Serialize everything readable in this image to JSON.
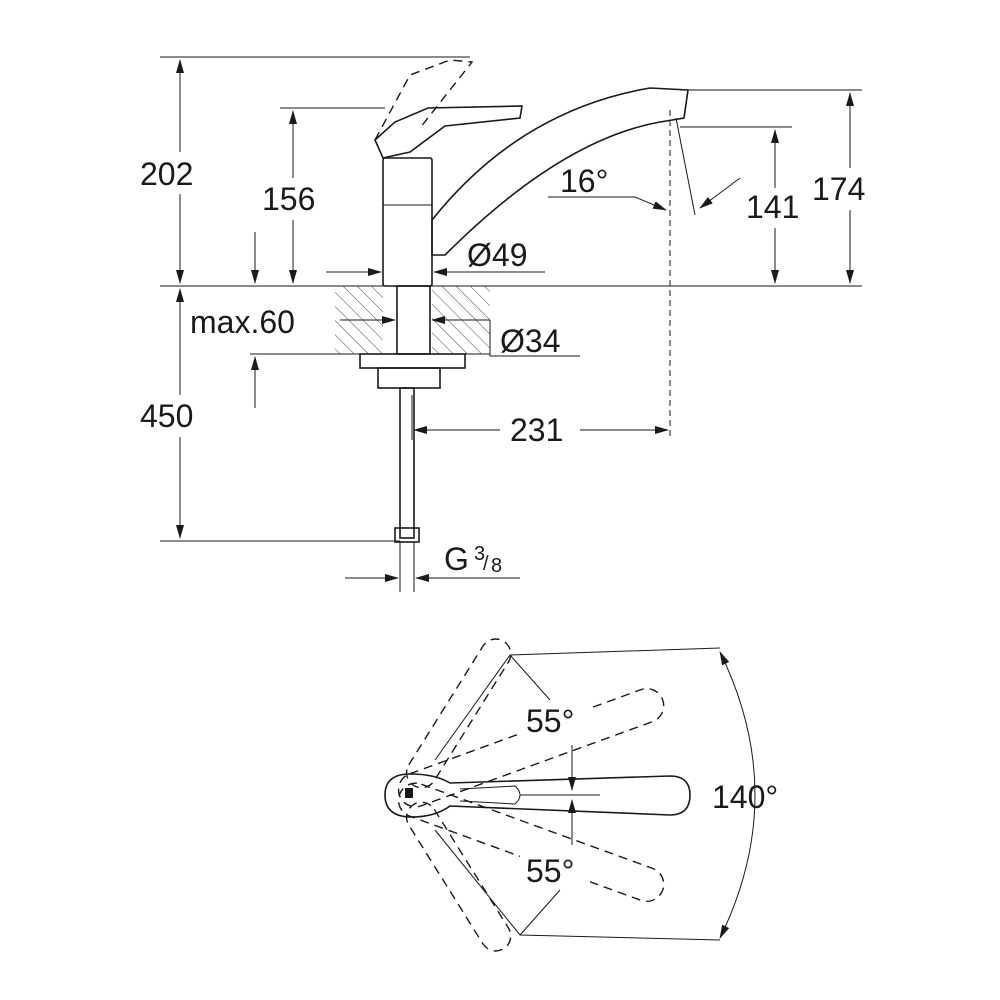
{
  "side_view": {
    "height_lever_raised": "202",
    "height_lever": "156",
    "spout_angle": "16°",
    "spout_outlet_height": "141",
    "spout_top_height": "174",
    "base_diameter": "Ø49",
    "max_countertop": "max.60",
    "shank_diameter": "Ø34",
    "hose_length": "450",
    "spout_reach": "231",
    "connection_thread": "G",
    "thread_num": "3",
    "thread_den": "8"
  },
  "top_view": {
    "lever_swing_up": "55°",
    "lever_swing_down": "55°",
    "spout_swivel": "140°"
  }
}
